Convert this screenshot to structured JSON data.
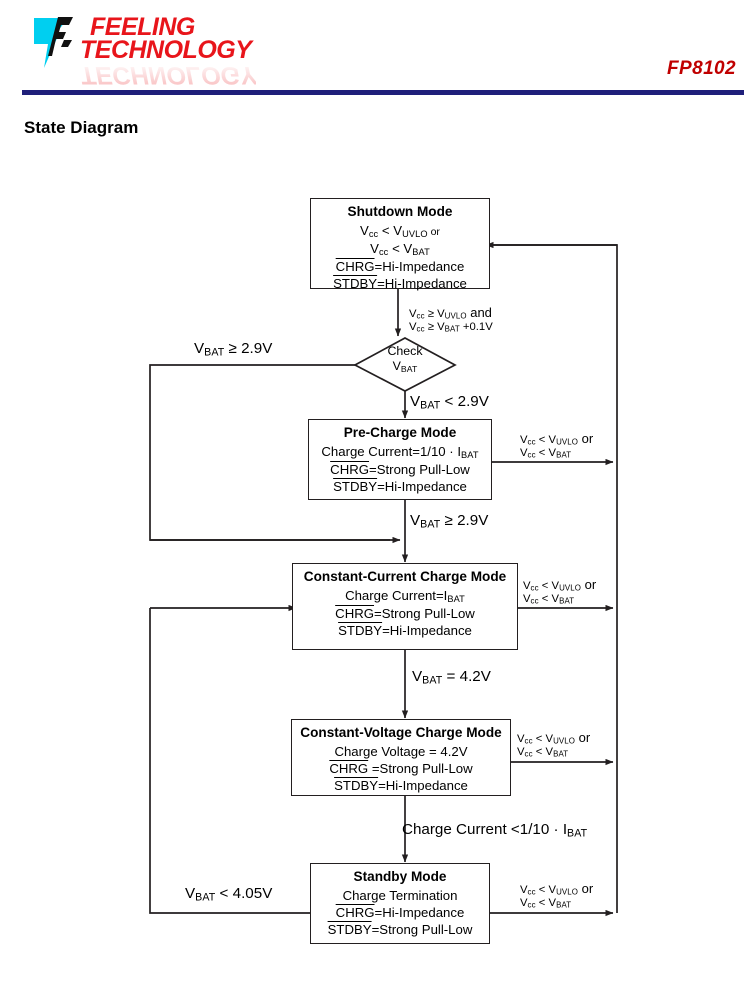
{
  "header": {
    "logo_line1": "FEELING",
    "logo_line2": "TECHNOLOGY",
    "logo_reflection": "TECHNOLOGY",
    "part_number": "FP8102",
    "logo_mark_color": "#00CFF0",
    "logo_text_color": "#e8151b",
    "rule_color": "#1f1f7a"
  },
  "page_title": "State Diagram",
  "diagram": {
    "type": "state-diagram",
    "nodes": [
      {
        "id": "shutdown",
        "shape": "rect",
        "title": "Shutdown Mode",
        "lines": [
          {
            "text": "Vcc < VUVLO or",
            "parts": [
              {
                "t": "V"
              },
              {
                "t": "cc",
                "sub": true
              },
              {
                "t": " < V"
              },
              {
                "t": "UVLO",
                "sub": true
              },
              {
                "t": " or"
              }
            ]
          },
          {
            "text": "Vcc < VBAT"
          },
          {
            "text": "CHRG=Hi-Impedance",
            "overline": "CHRG"
          },
          {
            "text": "STDBY=Hi-Impedance",
            "overline": "STDBY"
          }
        ]
      },
      {
        "id": "check",
        "shape": "diamond",
        "title": "Check VBAT",
        "lines": [
          "Check",
          "VBAT"
        ]
      },
      {
        "id": "precharge",
        "shape": "rect",
        "title": "Pre-Charge Mode",
        "lines": [
          {
            "text": "Charge Current=1/10 · IBAT"
          },
          {
            "text": "CHRG=Strong Pull-Low",
            "overline": "CHRG"
          },
          {
            "text": "STDBY=Hi-Impedance",
            "overline": "STDBY"
          }
        ]
      },
      {
        "id": "cc",
        "shape": "rect",
        "title": "Constant-Current Charge Mode",
        "lines": [
          {
            "text": "Charge Current=IBAT"
          },
          {
            "text": "CHRG=Strong Pull-Low",
            "overline": "CHRG"
          },
          {
            "text": "STDBY=Hi-Impedance",
            "overline": "STDBY"
          }
        ]
      },
      {
        "id": "cv",
        "shape": "rect",
        "title": "Constant-Voltage Charge Mode",
        "lines": [
          {
            "text": "Charge Voltage = 4.2V"
          },
          {
            "text": "CHRG =Strong Pull-Low",
            "overline": "CHRG"
          },
          {
            "text": "STDBY=Hi-Impedance",
            "overline": "STDBY"
          }
        ]
      },
      {
        "id": "standby",
        "shape": "rect",
        "title": "Standby Mode",
        "lines": [
          {
            "text": "Charge Termination"
          },
          {
            "text": "CHRG=Hi-Impedance",
            "overline": "CHRG"
          },
          {
            "text": "STDBY=Strong Pull-Low",
            "overline": "STDBY"
          }
        ]
      }
    ],
    "labels": {
      "shutdown_title": "Shutdown Mode",
      "shutdown_l1_a": "V",
      "shutdown_l1_b": "cc",
      "shutdown_l1_c": " < V",
      "shutdown_l1_d": "UVLO",
      "shutdown_l1_e": " or",
      "shutdown_l2_a": "V",
      "shutdown_l2_b": "cc",
      "shutdown_l2_c": " < V",
      "shutdown_l2_d": "BAT",
      "shutdown_chrg": "CHRG",
      "shutdown_chrg_v": "=Hi-Impedance",
      "shutdown_stdby": "STDBY",
      "shutdown_stdby_v": "=Hi-Impedance",
      "enter_cond_l1_a": "V",
      "enter_cond_l1_b": "cc",
      "enter_cond_l1_c": " ≥ V",
      "enter_cond_l1_d": "UVLO",
      "enter_cond_l1_e": " and",
      "enter_cond_l2_a": "V",
      "enter_cond_l2_b": "cc",
      "enter_cond_l2_c": " ≥ V",
      "enter_cond_l2_d": "BAT",
      "enter_cond_l2_e": " +0.1V",
      "check_l1": "Check",
      "check_l2_a": "V",
      "check_l2_b": "BAT",
      "vbat_ge_top_a": "V",
      "vbat_ge_top_b": "BAT",
      "vbat_ge_top_c": " ≥ 2.9V",
      "vbat_lt_a": "V",
      "vbat_lt_b": "BAT",
      "vbat_lt_c": " < 2.9V",
      "precharge_title": "Pre-Charge Mode",
      "precharge_cur_a": "Charge Current=1/10 · I",
      "precharge_cur_b": "BAT",
      "precharge_chrg": "CHRG",
      "precharge_chrg_v": "=Strong Pull-Low",
      "precharge_stdby": "STDBY",
      "precharge_stdby_v": "=Hi-Impedance",
      "vbat_ge_mid_a": "V",
      "vbat_ge_mid_b": "BAT",
      "vbat_ge_mid_c": " ≥ 2.9V",
      "cc_title": "Constant-Current Charge Mode",
      "cc_cur_a": "Charge Current=I",
      "cc_cur_b": "BAT",
      "cc_chrg": "CHRG",
      "cc_chrg_v": "=Strong Pull-Low",
      "cc_stdby": "STDBY",
      "cc_stdby_v": "=Hi-Impedance",
      "vbat_eq_a": "V",
      "vbat_eq_b": "BAT",
      "vbat_eq_c": " = 4.2V",
      "cv_title": "Constant-Voltage Charge Mode",
      "cv_volt": "Charge Voltage = 4.2V",
      "cv_chrg": "CHRG",
      "cv_chrg_v": " =Strong Pull-Low",
      "cv_stdby": "STDBY",
      "cv_stdby_v": "=Hi-Impedance",
      "term_cur_a": "Charge Current <1/10 · I",
      "term_cur_b": "BAT",
      "standby_title": "Standby Mode",
      "standby_term": "Charge Termination",
      "standby_chrg": "CHRG",
      "standby_chrg_v": "=Hi-Impedance",
      "standby_stdby": "STDBY",
      "standby_stdby_v": "=Strong Pull-Low",
      "vbat_lt405_a": "V",
      "vbat_lt405_b": "BAT",
      "vbat_lt405_c": " < 4.05V",
      "exit_l1_a": "V",
      "exit_l1_b": "cc",
      "exit_l1_c": " < V",
      "exit_l1_d": "UVLO",
      "exit_l1_e": " or",
      "exit_l2_a": "V",
      "exit_l2_b": "cc",
      "exit_l2_c": " < V",
      "exit_l2_d": "BAT"
    }
  }
}
